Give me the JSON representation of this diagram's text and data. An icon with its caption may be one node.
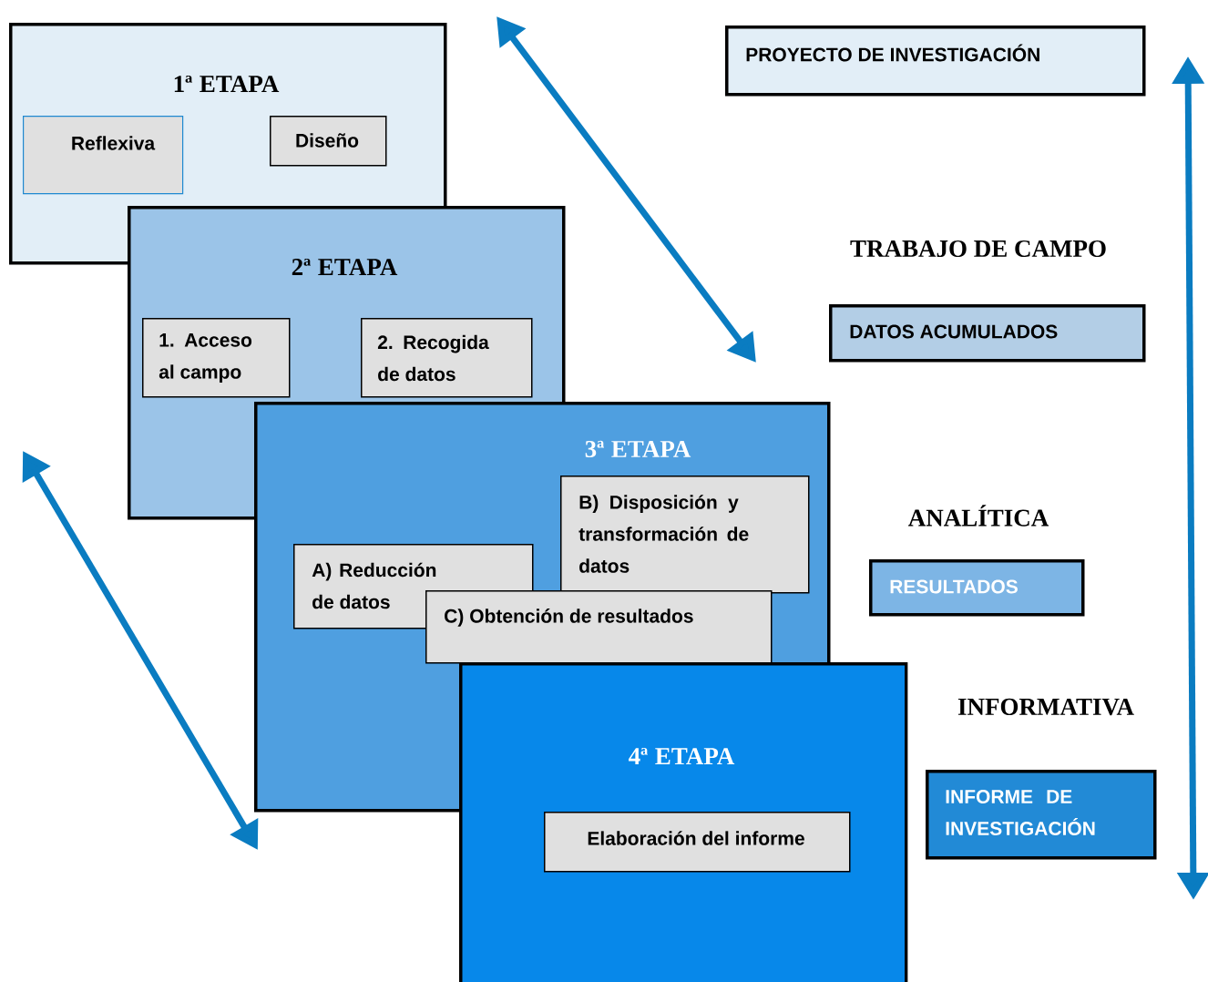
{
  "diagram": {
    "nodes": [
      {
        "text": [
          "1ª ETAPA"
        ]
      },
      {
        "text": [
          "Reflexiva"
        ],
        "in": 0
      },
      {
        "text": [
          "Diseño"
        ],
        "in": 0
      },
      {
        "text": [
          "2ª ETAPA"
        ]
      },
      {
        "text": [
          "1. Acceso al campo"
        ],
        "in": 3
      },
      {
        "text": [
          "2. Recogida de datos"
        ],
        "in": 3
      },
      {
        "text": [
          "3ª ETAPA"
        ]
      },
      {
        "text": [
          "A) Reducción de datos"
        ],
        "in": 6
      },
      {
        "text": [
          "B) Disposición y transformación de datos"
        ],
        "in": 6
      },
      {
        "text": [
          "C) Obtención de resultados"
        ],
        "in": 6
      },
      {
        "text": [
          "4ª ETAPA"
        ]
      },
      {
        "text": [
          "Elaboración del informe"
        ],
        "in": 10
      },
      {
        "text": [
          "PROYECTO DE INVESTIGACIÓN"
        ]
      },
      {
        "text": [
          "DATOS ACUMULADOS"
        ]
      },
      {
        "text": [
          "RESULTADOS"
        ]
      },
      {
        "text": [
          "INFORME DE INVESTIGACIÓN"
        ]
      }
    ],
    "labels": [
      "TRABAJO DE CAMPO",
      "ANALÍTICA",
      "INFORMATIVA"
    ]
  }
}
